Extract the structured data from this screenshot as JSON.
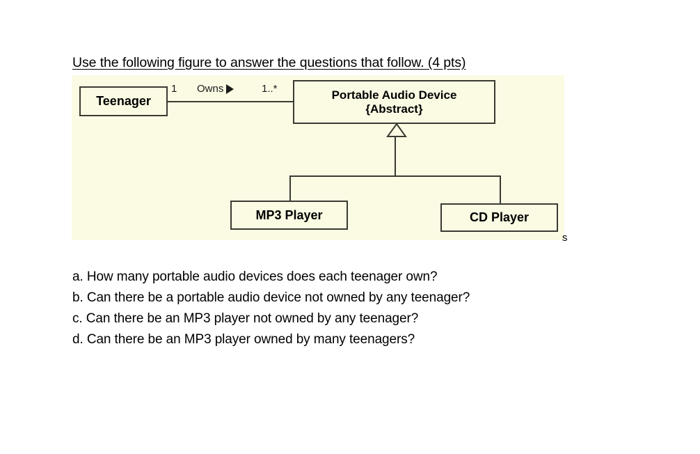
{
  "heading": {
    "text": "Use the following figure to answer the questions that follow. (4 pts)"
  },
  "figure": {
    "background_color": "#fbfbe4",
    "line_color": "#3b3a32",
    "classes": [
      {
        "id": "teenager",
        "name": "Teenager"
      },
      {
        "id": "portable-audio-device",
        "name": "Portable Audio Device",
        "stereotype": "{Abstract}"
      },
      {
        "id": "mp3-player",
        "name": "MP3 Player"
      },
      {
        "id": "cd-player",
        "name": "CD Player"
      }
    ],
    "association": {
      "source_multiplicity": "1",
      "label": "Owns",
      "direction_marker": "solid-right-triangle",
      "target_multiplicity": "1..*"
    },
    "generalization": {
      "marker": "hollow-triangle",
      "parent": "Portable Audio Device",
      "children": [
        "MP3 Player",
        "CD Player"
      ]
    },
    "stray_character": "s"
  },
  "questions": [
    "a. How many portable audio devices does each teenager own?",
    "b. Can there be a portable audio device not owned by any teenager?",
    "c. Can there be an MP3 player not owned by any teenager?",
    "d. Can there be an MP3 player owned by many teenagers?"
  ]
}
